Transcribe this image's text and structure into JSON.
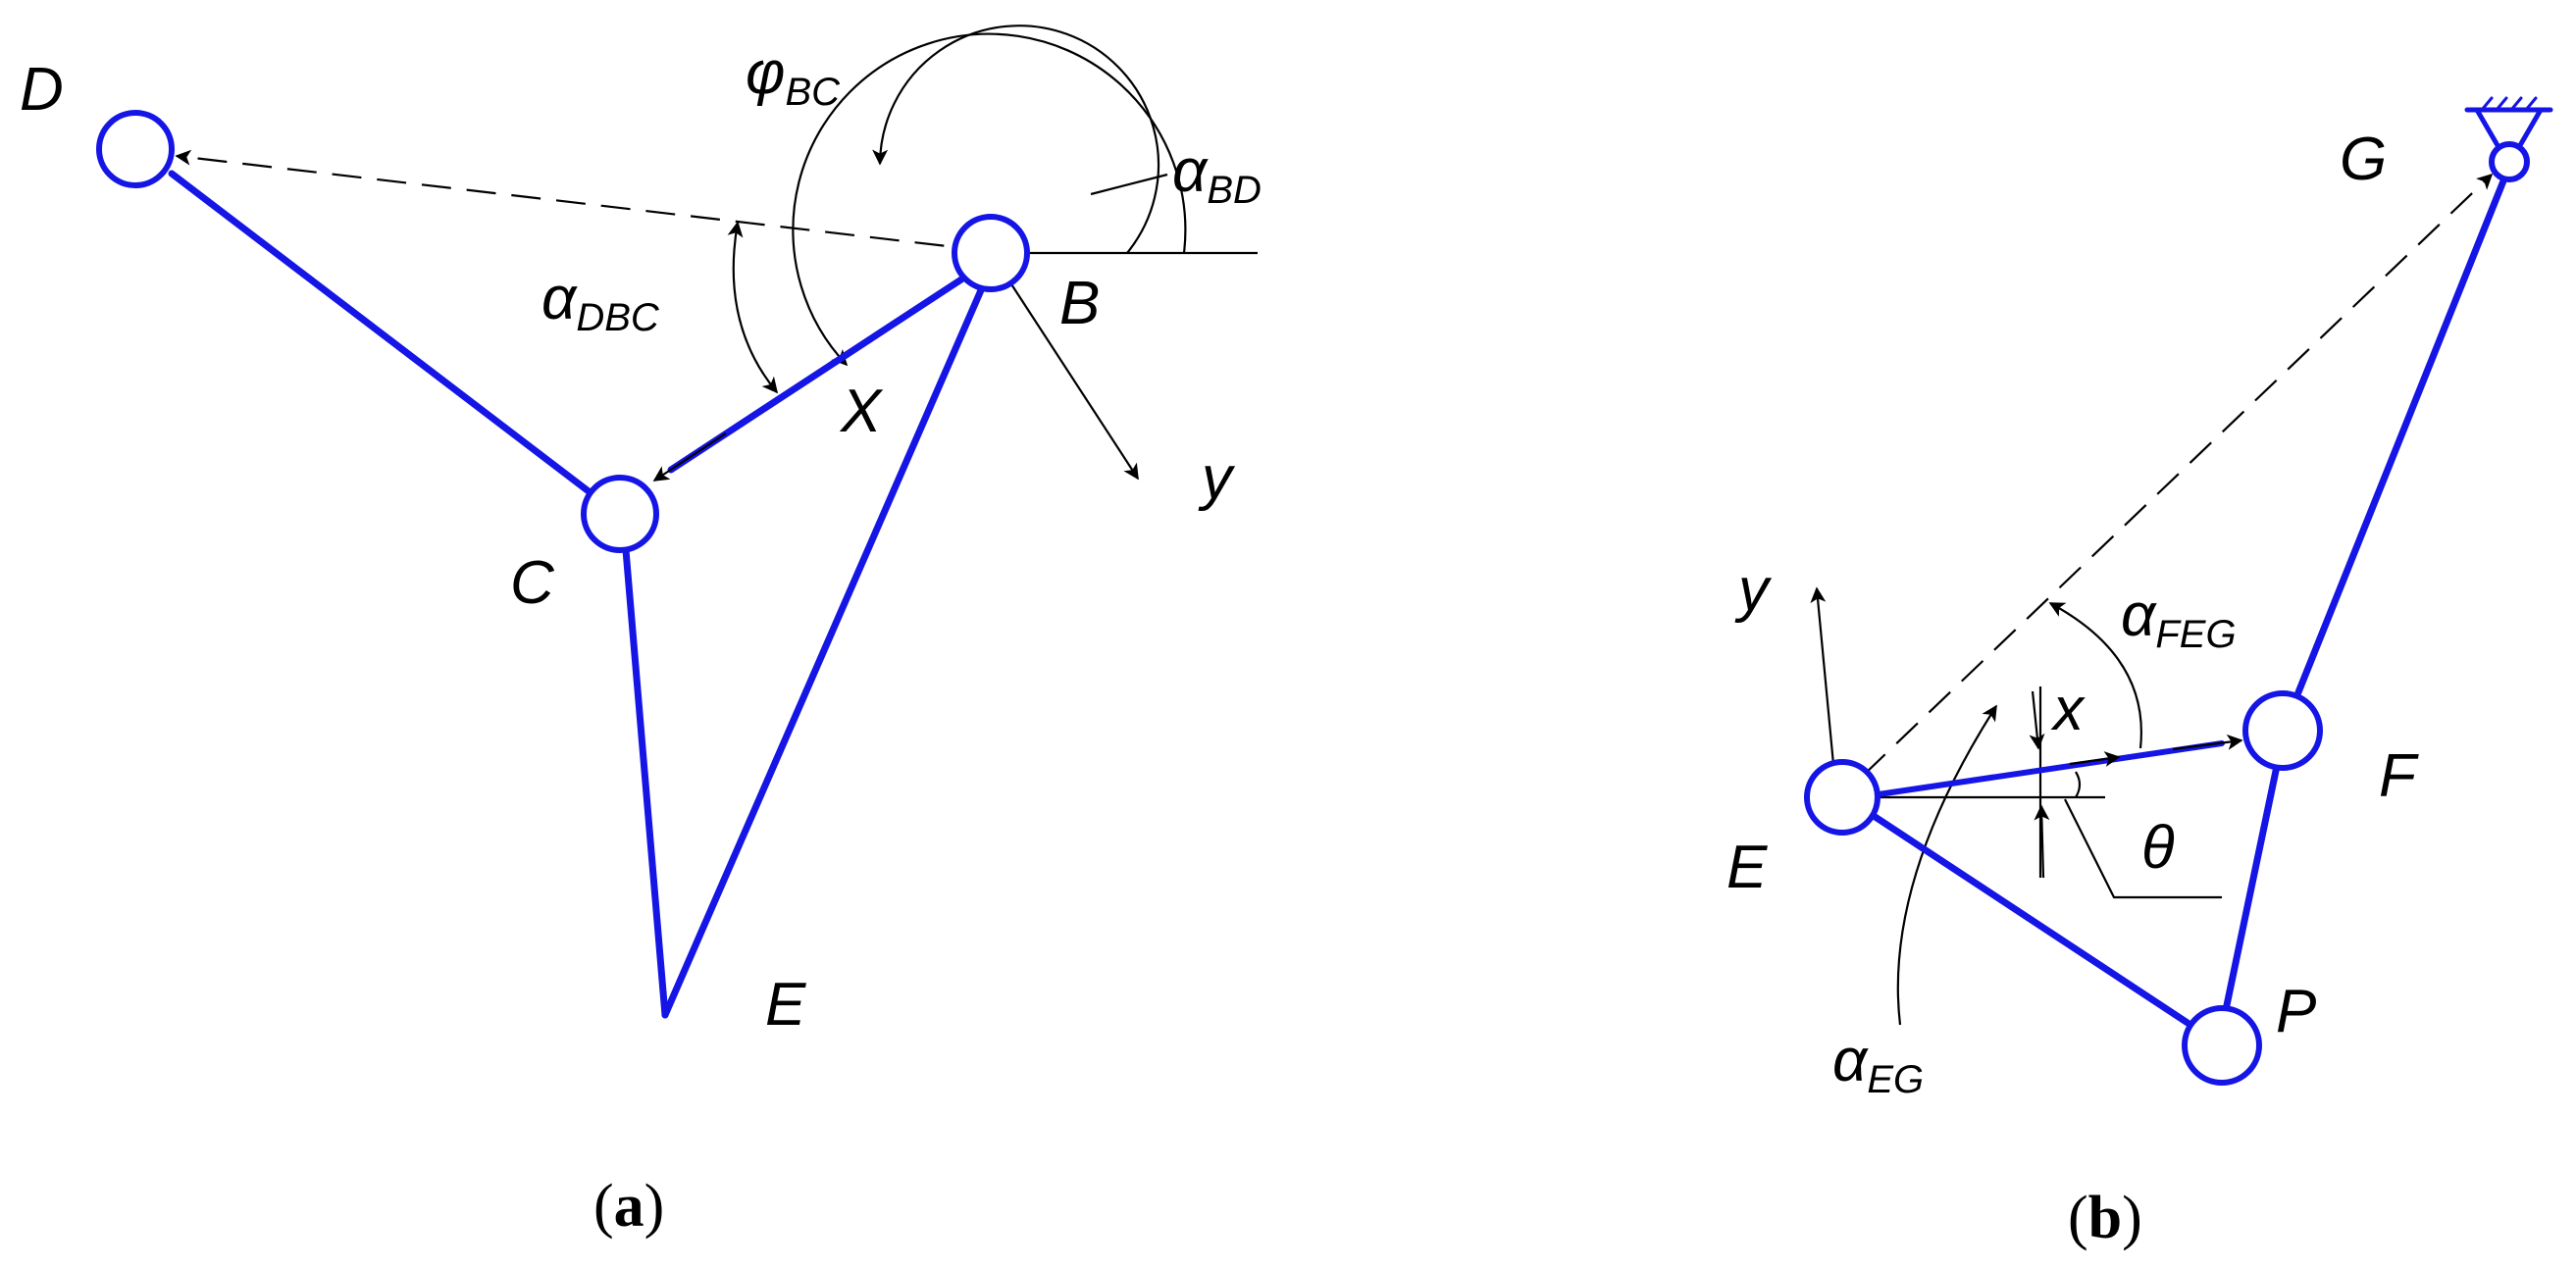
{
  "panels": {
    "a": {
      "caption_open": "(",
      "caption_letter": "a",
      "caption_close": ")",
      "labels": {
        "D": "D",
        "B": "B",
        "C": "C",
        "E": "E",
        "X": "X",
        "y": "y",
        "phi_BC": {
          "main": "φ",
          "sub": "BC"
        },
        "alpha_BD": {
          "main": "α",
          "sub": "BD"
        },
        "alpha_DBC": {
          "main": "α",
          "sub": "DBC"
        }
      }
    },
    "b": {
      "caption_open": "(",
      "caption_letter": "b",
      "caption_close": ")",
      "labels": {
        "G": "G",
        "E": "E",
        "F": "F",
        "P": "P",
        "x": "x",
        "y": "y",
        "theta": "θ",
        "alpha_FEG": {
          "main": "α",
          "sub": "FEG"
        },
        "alpha_EG": {
          "main": "α",
          "sub": "EG"
        }
      }
    }
  },
  "colors": {
    "link": "#1515e6",
    "annotation": "#000000",
    "background": "#ffffff"
  }
}
